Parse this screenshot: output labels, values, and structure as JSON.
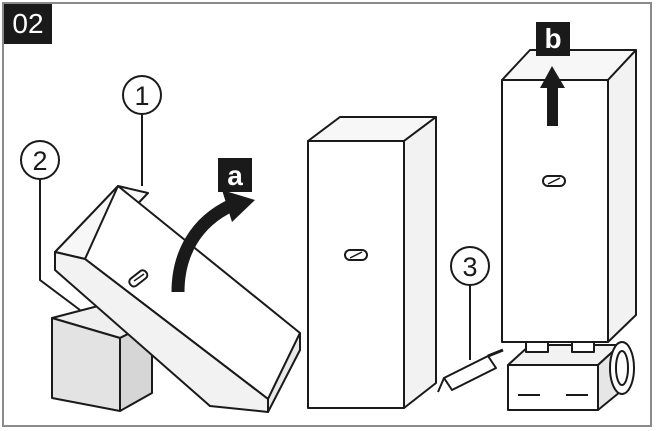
{
  "figure": {
    "step_number": "02",
    "colors": {
      "outline": "#1a1a1a",
      "frame": "#8a8a8a",
      "face_light": "#ffffff",
      "face_side": "#f2f2f2",
      "face_top": "#f7f7f7",
      "block": "#e3e3e3",
      "label_bg": "#1a1a1a",
      "label_text": "#ffffff"
    },
    "callouts": [
      {
        "id": "1",
        "text": "1"
      },
      {
        "id": "2",
        "text": "2"
      },
      {
        "id": "3",
        "text": "3"
      }
    ],
    "arrows": [
      {
        "id": "a",
        "text": "a",
        "icon": "curved-arrow-icon"
      },
      {
        "id": "b",
        "text": "b",
        "icon": "up-arrow-icon"
      }
    ]
  }
}
